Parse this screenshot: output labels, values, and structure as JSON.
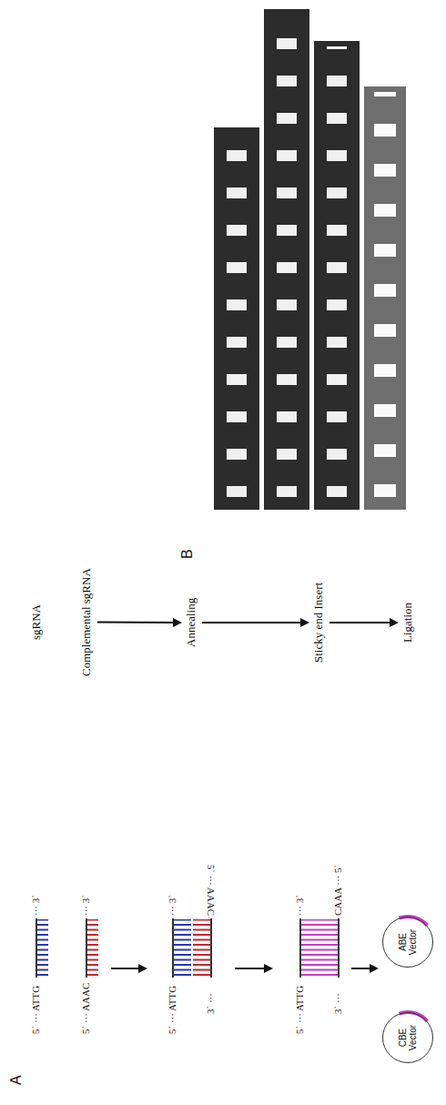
{
  "diagram": {
    "nodes": [
      {
        "text": [
          "sgRNA"
        ]
      },
      {
        "text": [
          "Complemental sgRNA"
        ]
      },
      {
        "text": [
          "Annealing"
        ]
      },
      {
        "text": [
          "Sticky end Insert"
        ]
      },
      {
        "text": [
          "Ligation"
        ]
      },
      {
        "text": [
          "CBE Vector"
        ]
      },
      {
        "text": [
          "ABE Vector"
        ]
      }
    ],
    "edges": [
      {
        "from": 1,
        "to": 2,
        "arrow": "to"
      },
      {
        "from": 2,
        "to": 3,
        "arrow": "to"
      },
      {
        "from": 3,
        "to": 4,
        "arrow": "to"
      }
    ],
    "labels": [
      "A",
      "5` ··· ATTG",
      "··· 3`",
      "5` ··· AAAC",
      "··· 3`",
      "5` ··· ATTG",
      "··· 3`",
      "3` ···",
      "5` ··· AAAC",
      "5` ··· ATTG",
      "··· 3`",
      "3` ···",
      "CAAA ··· 5`",
      "B"
    ]
  }
}
